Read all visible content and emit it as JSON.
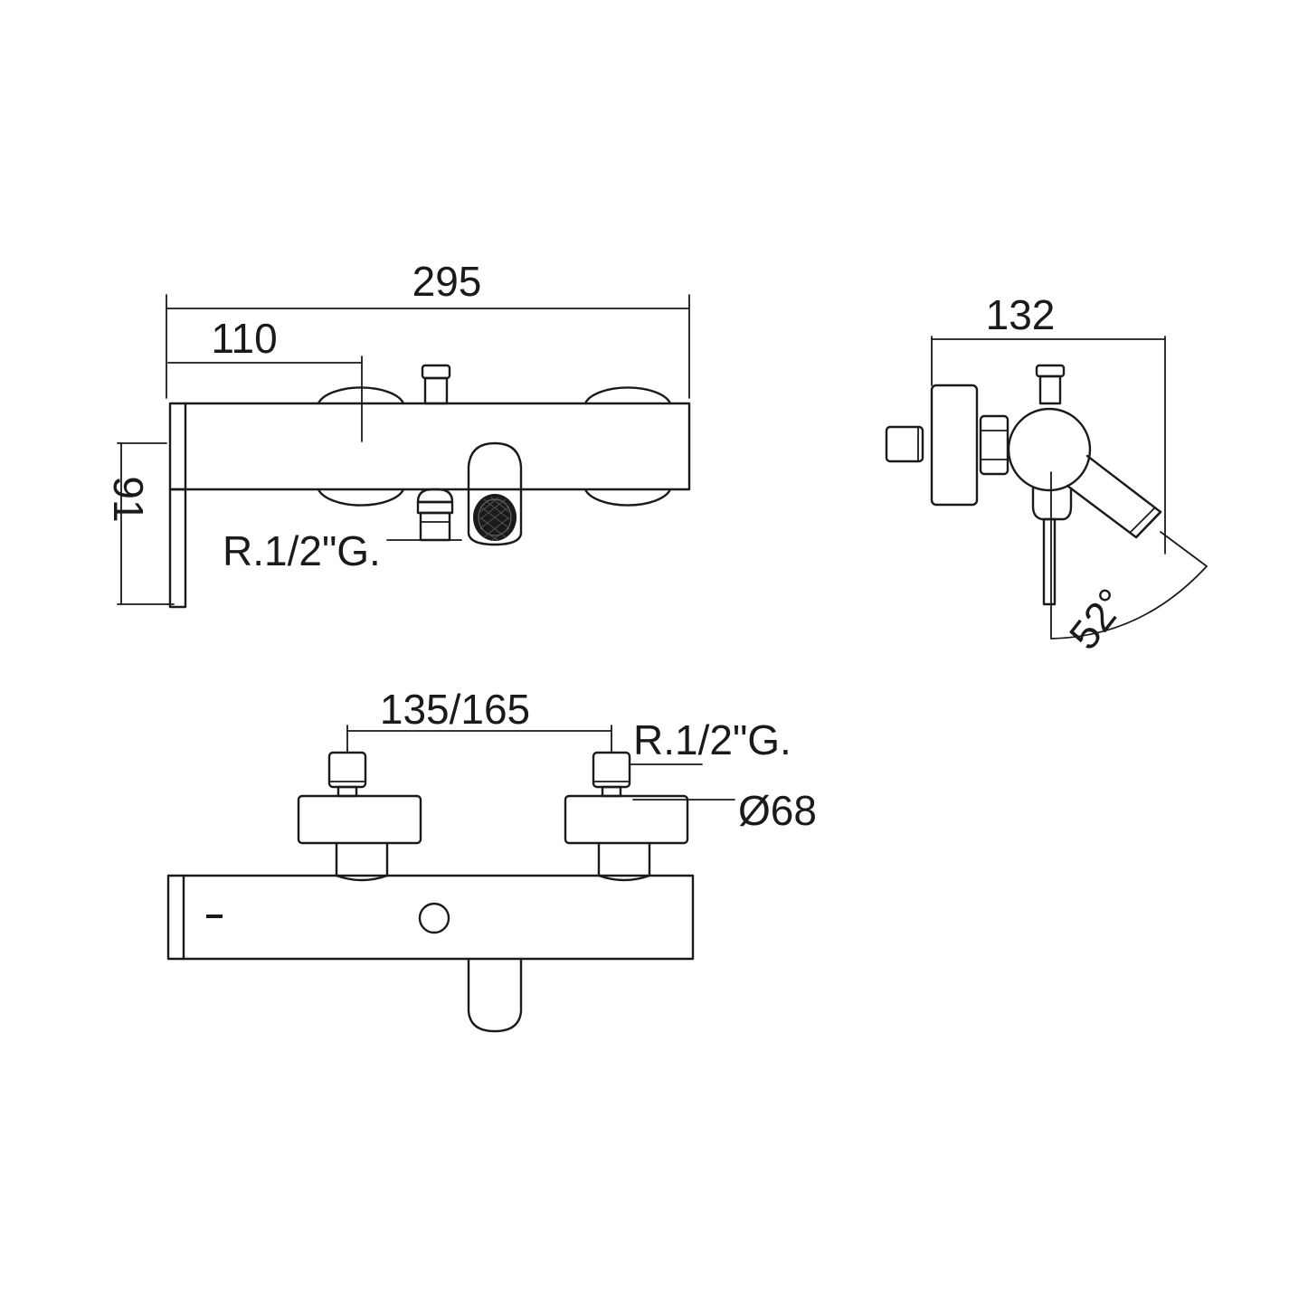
{
  "dimensions": {
    "overall_length": "295",
    "handle_offset": "110",
    "height": "91",
    "depth": "132",
    "rotation_angle": "52°",
    "inlet_spacing": "135/165",
    "escutcheon_diameter": "Ø68"
  },
  "thread_callouts": {
    "front_view_inlet": "R.1/2\"G.",
    "top_view_inlet": "R.1/2\"G."
  }
}
